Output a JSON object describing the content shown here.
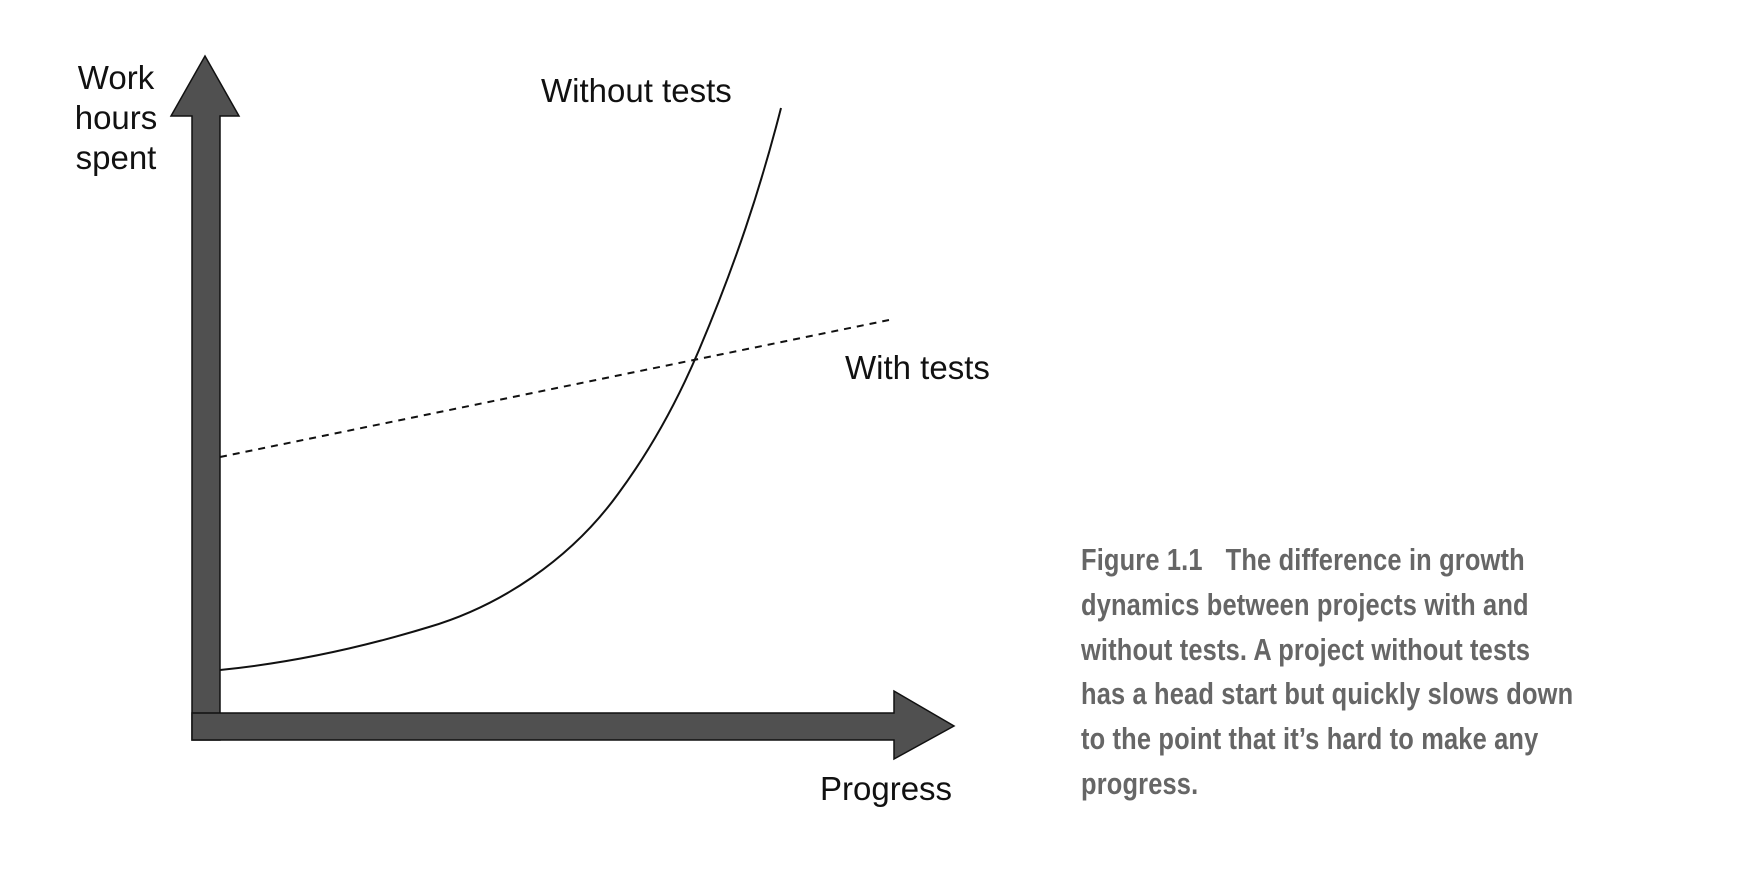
{
  "diagram": {
    "y_axis_label": [
      "Work",
      "hours",
      "spent"
    ],
    "x_axis_label": "Progress",
    "series": [
      {
        "name": "Without tests",
        "style": "solid"
      },
      {
        "name": "With tests",
        "style": "dashed"
      }
    ],
    "axis_color": "#505050"
  },
  "caption": {
    "figure_label": "Figure 1.1",
    "lines": [
      "The difference in growth",
      "dynamics between projects with and",
      "without tests. A project without tests",
      "has a head start but quickly slows down",
      "to the point that it’s hard to make any",
      "progress."
    ]
  }
}
